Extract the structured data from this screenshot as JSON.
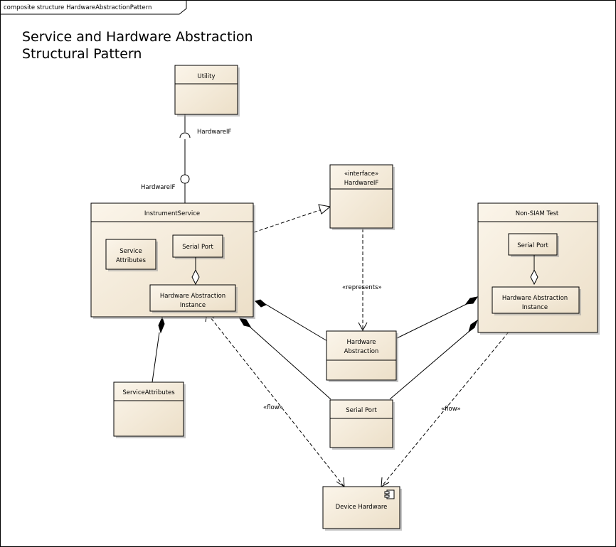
{
  "frame": {
    "label": "composite structure HardwareAbstractionPattern"
  },
  "diagram_title": [
    "Service and Hardware Abstraction",
    "Structural Pattern"
  ],
  "classes": {
    "utility": "Utility",
    "instrument_service": "InstrumentService",
    "hardware_if_stereotype": "«interface»",
    "hardware_if": "HardwareIF",
    "non_siam_test": "Non-SIAM Test",
    "hardware_abstraction": [
      "Hardware",
      "Abstraction"
    ],
    "service_attributes": "ServiceAttributes",
    "serial_port": "Serial Port",
    "device_hardware": "Device Hardware"
  },
  "parts": {
    "service_attributes": [
      "Service",
      "Attributes"
    ],
    "serial_port_left": "Serial Port",
    "hw_abstraction_instance_left": [
      "Hardware Abstraction",
      "Instance"
    ],
    "serial_port_right": "Serial Port",
    "hw_abstraction_instance_right": [
      "Hardware Abstraction",
      "Instance"
    ]
  },
  "labels": {
    "required_if": "HardwareIF",
    "provided_if": "HardwareIF",
    "represents": "«represents»",
    "flow_left": "«flow»",
    "flow_right": "«flow»"
  },
  "icons": {
    "component": "component-icon"
  }
}
